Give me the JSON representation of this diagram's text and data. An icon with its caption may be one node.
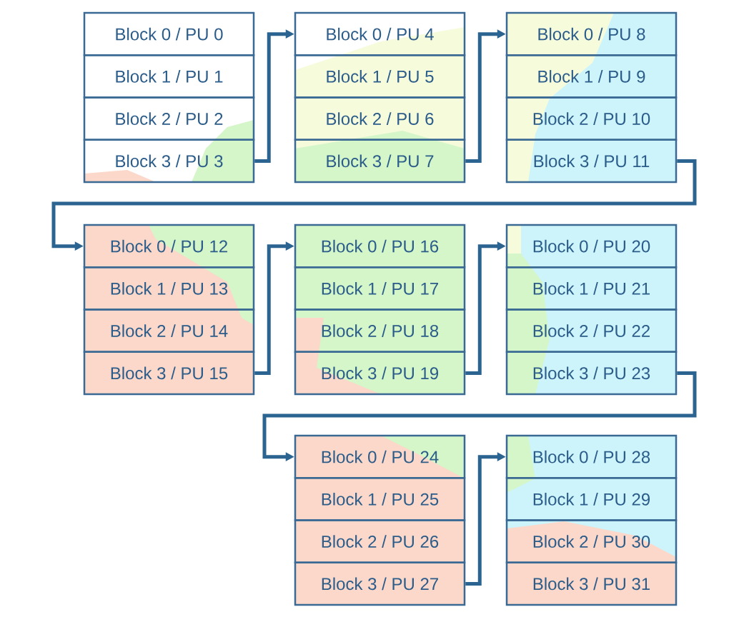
{
  "diagram": {
    "nodes": [
      {
        "text": [
          "Block 0 / PU 0"
        ]
      },
      {
        "text": [
          "Block 1 / PU 1"
        ]
      },
      {
        "text": [
          "Block 2 / PU 2"
        ]
      },
      {
        "text": [
          "Block 3 / PU 3"
        ]
      },
      {
        "text": [
          "Block 0 / PU 4"
        ]
      },
      {
        "text": [
          "Block 1 / PU 5"
        ]
      },
      {
        "text": [
          "Block 2 / PU 6"
        ]
      },
      {
        "text": [
          "Block 3 / PU 7"
        ]
      },
      {
        "text": [
          "Block 0 / PU 8"
        ]
      },
      {
        "text": [
          "Block 1 / PU 9"
        ]
      },
      {
        "text": [
          "Block 2 / PU 10"
        ]
      },
      {
        "text": [
          "Block 3 / PU 11"
        ]
      },
      {
        "text": [
          "Block 0 / PU 12"
        ]
      },
      {
        "text": [
          "Block 1 / PU 13"
        ]
      },
      {
        "text": [
          "Block 2 / PU 14"
        ]
      },
      {
        "text": [
          "Block 3 / PU 15"
        ]
      },
      {
        "text": [
          "Block 0 / PU 16"
        ]
      },
      {
        "text": [
          "Block 1 / PU 17"
        ]
      },
      {
        "text": [
          "Block 2 / PU 18"
        ]
      },
      {
        "text": [
          "Block 3 / PU 19"
        ]
      },
      {
        "text": [
          "Block 0 / PU 20"
        ]
      },
      {
        "text": [
          "Block 1 / PU 21"
        ]
      },
      {
        "text": [
          "Block 2 / PU 22"
        ]
      },
      {
        "text": [
          "Block 3 / PU 23"
        ]
      },
      {
        "text": [
          "Block 0 / PU 24"
        ]
      },
      {
        "text": [
          "Block 1 / PU 25"
        ]
      },
      {
        "text": [
          "Block 2 / PU 26"
        ]
      },
      {
        "text": [
          "Block 3 / PU 27"
        ]
      },
      {
        "text": [
          "Block 0 / PU 28"
        ]
      },
      {
        "text": [
          "Block 1 / PU 29"
        ]
      },
      {
        "text": [
          "Block 2 / PU 30"
        ]
      },
      {
        "text": [
          "Block 3 / PU 31"
        ]
      }
    ],
    "edges": [
      {
        "from": 3,
        "to": 4,
        "arrow": "to"
      },
      {
        "from": 7,
        "to": 8,
        "arrow": "to"
      },
      {
        "from": 11,
        "to": 12,
        "arrow": "to"
      },
      {
        "from": 15,
        "to": 16,
        "arrow": "to"
      },
      {
        "from": 19,
        "to": 20,
        "arrow": "to"
      },
      {
        "from": 23,
        "to": 24,
        "arrow": "to"
      },
      {
        "from": 27,
        "to": 28,
        "arrow": "to"
      }
    ]
  }
}
